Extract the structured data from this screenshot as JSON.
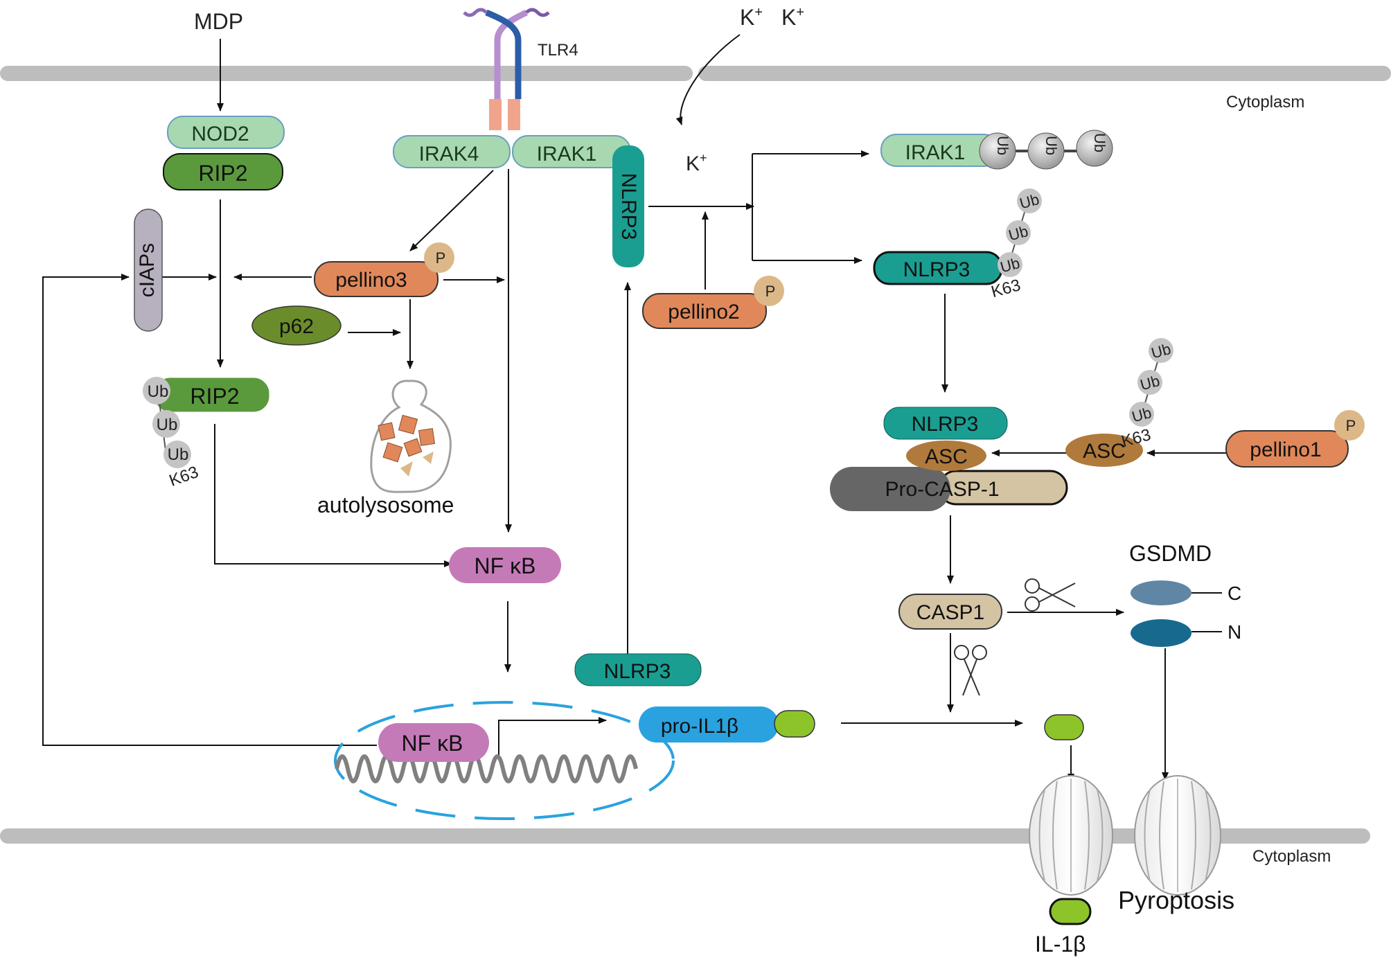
{
  "labels": {
    "mdp": "MDP",
    "tlr4": "TLR4",
    "k_plus": "K",
    "k_plus_sup": "+",
    "cytoplasm_top": "Cytoplasm",
    "cytoplasm_bottom": "Cytoplasm",
    "autolysosome": "autolysosome",
    "gsdmd": "GSDMD",
    "c_term": "C",
    "n_term": "N",
    "pyroptosis": "Pyroptosis",
    "il1b": "IL-1β",
    "k63": "K63",
    "ub": "Ub",
    "p": "P"
  },
  "nodes": {
    "nod2": "NOD2",
    "rip2": "RIP2",
    "rip2_ub": "RIP2",
    "irak4": "IRAK4",
    "irak1": "IRAK1",
    "irak1_ub": "IRAK1",
    "nlrp3_vertical": "NLRP3",
    "nlrp3_ub": "NLRP3",
    "nlrp3_complex": "NLRP3",
    "nlrp3_lower": "NLRP3",
    "ciaps": "cIAPs",
    "pellino3": "pellino3",
    "pellino2": "pellino2",
    "pellino1": "pellino1",
    "p62": "p62",
    "nfkb": "NF κB",
    "nfkb_nucleus": "NF κB",
    "asc_complex": "ASC",
    "asc_ub": "ASC",
    "pro_casp1": "Pro-CASP-1",
    "casp1": "CASP1",
    "pro_il1b": "pro-IL1β"
  },
  "colors": {
    "membrane": "#bdbdbd",
    "light_green": "#a8d8b0",
    "dark_green": "#5a9a3c",
    "teal": "#1a9e92",
    "orange": "#e0885a",
    "lavender": "#b7b0bf",
    "olive": "#6b8c2a",
    "purple": "#c57ab8",
    "brown": "#b07a3c",
    "dark_grey": "#666666",
    "tan": "#d4c4a4",
    "blue": "#2aa2e0",
    "lime": "#8cc42a",
    "steel": "#5f86a4",
    "deep_teal": "#176a8e",
    "ub_grey": "#c4c4c4",
    "phospho": "#dcb888"
  },
  "icons": [
    "scissors-icon",
    "scissors-icon",
    "receptor-icon",
    "pore-icon",
    "autolysosome-icon",
    "dna-helix-icon"
  ]
}
